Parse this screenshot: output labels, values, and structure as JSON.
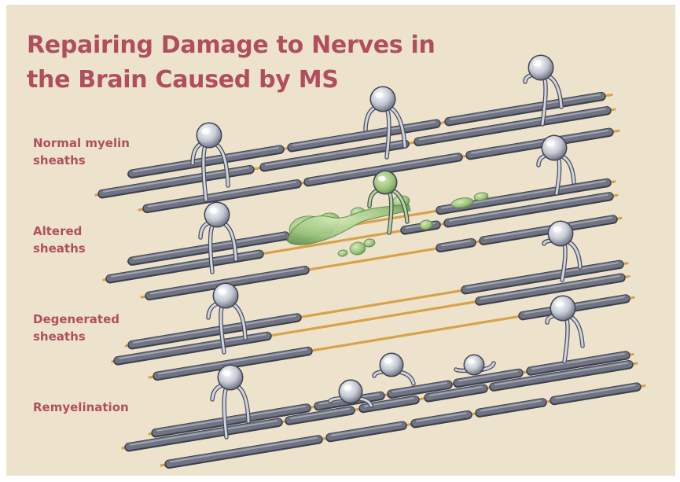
{
  "figure": {
    "title_line_1": "Repairing Damage to Nerves in",
    "title_line_2": "the Brain Caused by MS",
    "rows": [
      {
        "label_line_1": "Normal myelin",
        "label_line_2": "sheaths",
        "state": "normal"
      },
      {
        "label_line_1": "Altered",
        "label_line_2": "sheaths",
        "state": "altered"
      },
      {
        "label_line_1": "Degenerated",
        "label_line_2": "sheaths",
        "state": "degenerated"
      },
      {
        "label_line_1": "Remyelination",
        "label_line_2": "",
        "state": "remyelination"
      }
    ]
  },
  "colors": {
    "background": "#ede3cd",
    "text": "#b14e5e",
    "myelin_sheath": "#6f7382",
    "axon": "#d9a24a",
    "oligodendrocyte": "#c3c8d2",
    "damaged_myelin": "#9cc47e"
  }
}
